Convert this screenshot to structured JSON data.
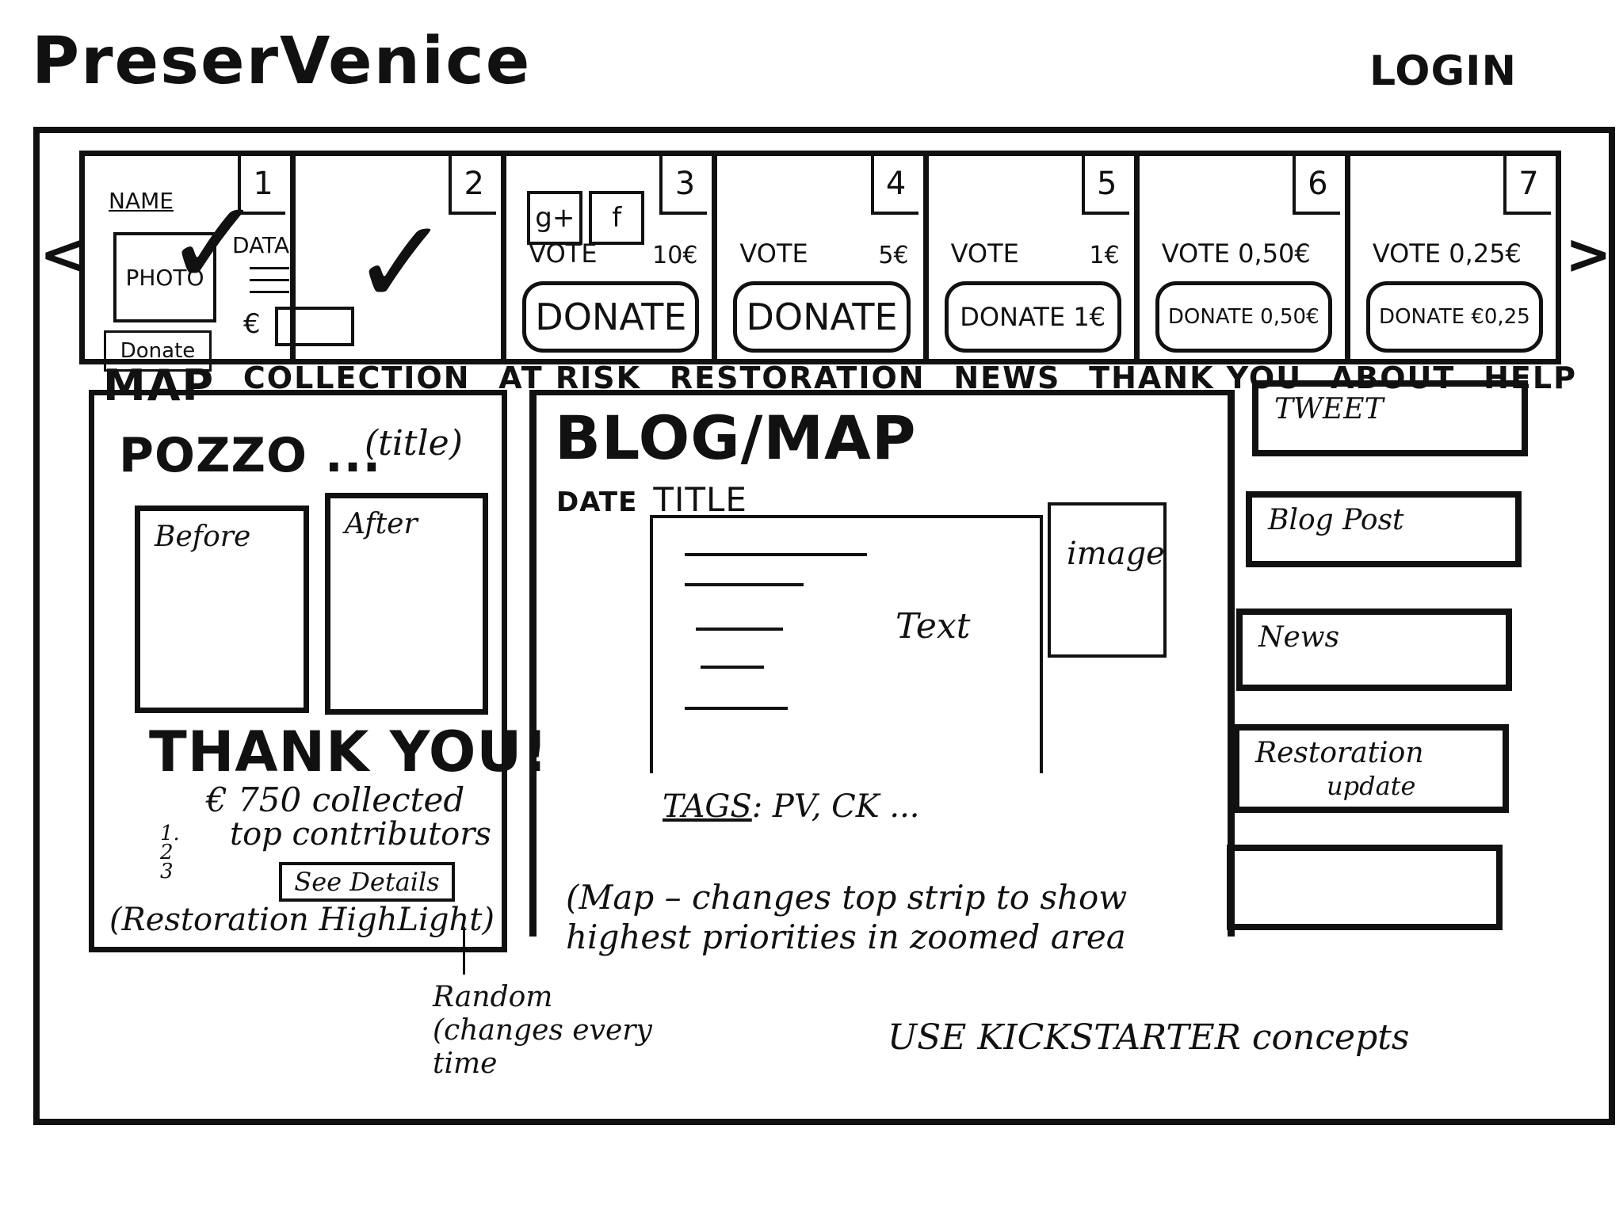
{
  "header": {
    "logo": "PreserVenice",
    "login": "LOGIN"
  },
  "strip": {
    "prev_arrow": "<",
    "next_arrow": ">",
    "card1": {
      "number": "1",
      "name_label": "NAME",
      "photo_label": "PHOTO",
      "data_label": "DATA",
      "euro": "€",
      "donate": "Donate",
      "check": "✓"
    },
    "card2": {
      "number": "2",
      "check": "✓"
    },
    "card3": {
      "number": "3",
      "social_g": "g+",
      "social_f": "f",
      "vote": "VOTE",
      "amount": "10€",
      "donate": "DONATE"
    },
    "cards": [
      {
        "number": "4",
        "vote": "VOTE",
        "amount": "5€",
        "donate": "DONATE"
      },
      {
        "number": "5",
        "vote": "VOTE",
        "amount": "1€",
        "donate": "DONATE 1€"
      },
      {
        "number": "6",
        "vote": "VOTE 0,50€",
        "amount": "",
        "donate": "DONATE 0,50€"
      },
      {
        "number": "7",
        "vote": "VOTE 0,25€",
        "amount": "",
        "donate": "DONATE €0,25"
      }
    ]
  },
  "nav": {
    "map": "MAP",
    "collection": "COLLECTION",
    "at_risk": "AT RISK",
    "restoration": "RESTORATION",
    "news": "NEWS",
    "thank_you": "THANK YOU",
    "about": "ABOUT",
    "help": "HELP"
  },
  "left": {
    "title": "POZZO ...",
    "title_note": "(title)",
    "before": "Before",
    "after": "After",
    "thankyou": "THANK YOU!",
    "collected": "€ 750 collected",
    "list_numbers": [
      "1.",
      "2",
      "3"
    ],
    "contributors": "top contributors",
    "see_details": "See Details",
    "highlight": "(Restoration HighLight)"
  },
  "center": {
    "title": "BLOG/MAP",
    "date": "DATE",
    "post_title": "TITLE",
    "text": "Text",
    "image": "image",
    "tags_label": "TAGS",
    "tags_value": ": PV, CK ..."
  },
  "right": {
    "tweet": "TWEET",
    "blog_post": "Blog Post",
    "news": "News",
    "restoration": "Restoration",
    "restoration_sub": "update"
  },
  "notes": {
    "map_note": "(Map – changes top strip to show highest priorities in zoomed area",
    "random_note": "Random (changes every time",
    "kickstarter": "USE KICKSTARTER concepts"
  }
}
